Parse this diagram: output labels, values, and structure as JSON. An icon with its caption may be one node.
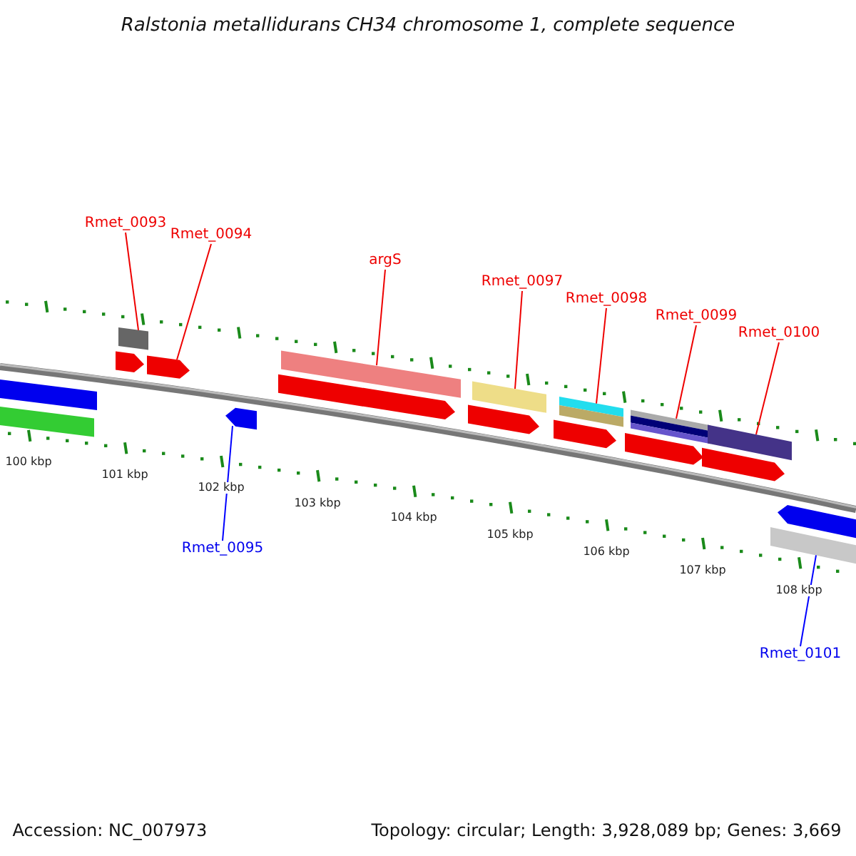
{
  "diagram": {
    "title": "Ralstonia metallidurans CH34 chromosome 1, complete sequence",
    "nodes": [
      {
        "text": [
          "Rmet_0093"
        ]
      },
      {
        "text": [
          "Rmet_0094"
        ]
      },
      {
        "text": [
          "argS"
        ]
      },
      {
        "text": [
          "Rmet_0097"
        ]
      },
      {
        "text": [
          "Rmet_0098"
        ]
      },
      {
        "text": [
          "Rmet_0099"
        ]
      },
      {
        "text": [
          "Rmet_0100"
        ]
      },
      {
        "text": [
          "Rmet_0095"
        ]
      },
      {
        "text": [
          "Rmet_0101"
        ]
      },
      {
        "text": [],
        "shape": "bar"
      },
      {
        "text": [],
        "shape": "bar"
      },
      {
        "text": [],
        "shape": "pentagon"
      },
      {
        "text": [],
        "shape": "bar"
      },
      {
        "text": [],
        "shape": "pentagon"
      },
      {
        "text": [],
        "shape": "pentagon"
      },
      {
        "text": [],
        "shape": "pentagon"
      },
      {
        "text": [],
        "shape": "bar"
      },
      {
        "text": [],
        "shape": "pentagon"
      },
      {
        "text": [],
        "shape": "bar"
      },
      {
        "text": [],
        "shape": "pentagon"
      },
      {
        "text": [],
        "shape": "bar"
      },
      {
        "text": [],
        "shape": "pentagon"
      },
      {
        "text": [],
        "shape": "bar"
      },
      {
        "text": [],
        "shape": "pentagon"
      },
      {
        "text": [],
        "shape": "bar"
      },
      {
        "text": [],
        "shape": "bar"
      },
      {
        "text": [],
        "shape": "pentagon"
      }
    ],
    "edges": [
      {
        "from": 0,
        "to": 12,
        "arrow": "none"
      },
      {
        "from": 1,
        "to": 13,
        "arrow": "none"
      },
      {
        "from": 2,
        "to": 16,
        "arrow": "none"
      },
      {
        "from": 3,
        "to": 18,
        "arrow": "none"
      },
      {
        "from": 4,
        "to": 20,
        "arrow": "none"
      },
      {
        "from": 5,
        "to": 22,
        "arrow": "none"
      },
      {
        "from": 6,
        "to": 24,
        "arrow": "none"
      },
      {
        "from": 7,
        "to": 14,
        "arrow": "none",
        "color": "#0000ff"
      },
      {
        "from": 8,
        "to": 25,
        "arrow": "none",
        "color": "#0000ff"
      }
    ],
    "labels": [
      "100 kbp",
      "101 kbp",
      "102 kbp",
      "103 kbp",
      "104 kbp",
      "105 kbp",
      "106 kbp",
      "107 kbp",
      "108 kbp",
      "Accession: NC_007973",
      "Topology: circular; Length: 3,928,089 bp; Genes: 3,669"
    ]
  }
}
